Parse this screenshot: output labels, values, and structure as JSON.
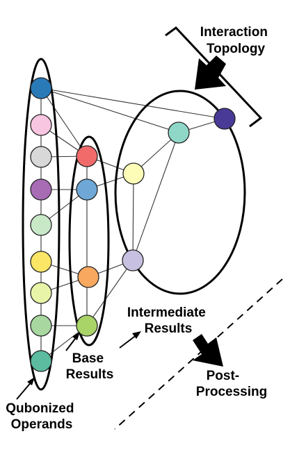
{
  "labels": {
    "interaction_topology": [
      "Interaction",
      "Topology"
    ],
    "intermediate_results": [
      "Intermediate",
      "Results"
    ],
    "base_results": [
      "Base",
      "Results"
    ],
    "post_processing": [
      "Post-",
      "Processing"
    ],
    "qubonized_operands": [
      "Qubonized",
      "Operands"
    ]
  },
  "colors": {
    "operand_nodes": [
      "#2a7ab8",
      "#f8c6e0",
      "#d8d8d8",
      "#a86cb5",
      "#c8e8c8",
      "#fbe666",
      "#e8f5a8",
      "#a8d8a0",
      "#5cbca0"
    ],
    "base_nodes": [
      "#f26b6b",
      "#6fa8d6",
      "#f9a860",
      "#a8d468"
    ],
    "intermediate_nodes": [
      "#fdfdb8",
      "#c8c0e0"
    ],
    "topology_nodes": [
      "#8fd8c8",
      "#4a3a98"
    ],
    "outline": "#000000"
  }
}
